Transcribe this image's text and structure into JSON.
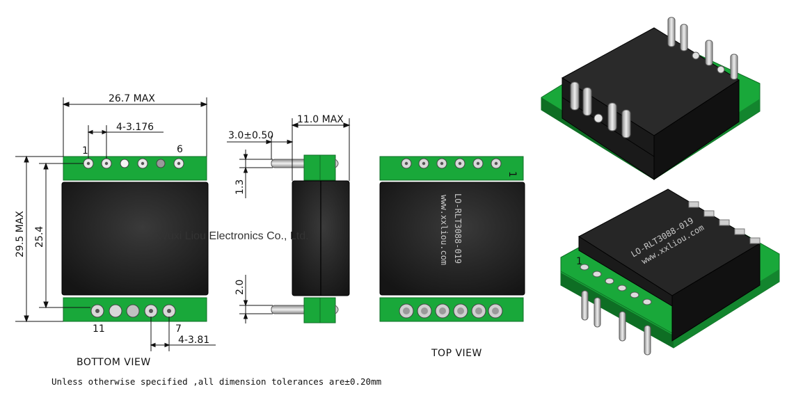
{
  "dims": {
    "width_max": "26.7 MAX",
    "pin_pitch_top": "4-3.176",
    "pin_pitch_bottom": "4-3.81",
    "height_max": "29.5 MAX",
    "body_span": "25.4",
    "depth_max": "11.0 MAX",
    "pin_length": "3.0±0.50",
    "pin_offset_top": "1.3",
    "pin_offset_bottom": "2.0"
  },
  "pins": {
    "first_top": "1",
    "last_top": "6",
    "first_bottom": "11",
    "last_bottom": "7",
    "top_view_pin1": "1",
    "iso_pin1": "1"
  },
  "labels": {
    "bottom_view": "BOTTOM  VIEW",
    "top_view": "TOP VIEW"
  },
  "marking": {
    "part_number": "LO-RLT3088-019",
    "website": "www.xxliou.com"
  },
  "watermark": "Wuxi Liou Electronics Co., Ltd.",
  "note": "Unless otherwise specified ,all dimension tolerances are±0.20mm",
  "colors": {
    "pcb_green": "#19a83a",
    "pcb_dark": "#0e6e24",
    "core_black": "#1a1a1a",
    "pin_silver": "#c8c8c8"
  }
}
